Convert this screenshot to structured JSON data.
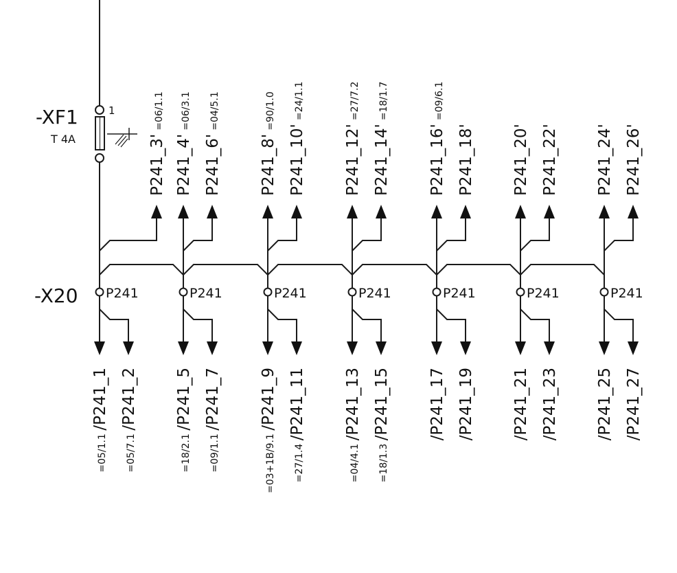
{
  "fuse": {
    "tag": "-XF1",
    "pin": "1",
    "rating": "T 4A"
  },
  "terminal": {
    "tag": "-X20",
    "terminal_label": "P241"
  },
  "colors": {
    "wire": "#1a1a1a",
    "background": "#ffffff"
  },
  "top_labels": [
    {
      "main": "P241_3'",
      "ref": "=06/1.1"
    },
    {
      "main": "P241_4'",
      "ref": "=06/3.1"
    },
    {
      "main": "P241_6'",
      "ref": "=04/5.1"
    },
    {
      "main": "P241_8'",
      "ref": "=90/1.0"
    },
    {
      "main": "P241_10'",
      "ref": "=24/1.1"
    },
    {
      "main": "P241_12'",
      "ref": "=27/7.2"
    },
    {
      "main": "P241_14'",
      "ref": "=18/1.7"
    },
    {
      "main": "P241_16'",
      "ref": "=09/6.1"
    },
    {
      "main": "P241_18'",
      "ref": ""
    },
    {
      "main": "P241_20'",
      "ref": ""
    },
    {
      "main": "P241_22'",
      "ref": ""
    },
    {
      "main": "P241_24'",
      "ref": ""
    },
    {
      "main": "P241_26'",
      "ref": ""
    }
  ],
  "bottom_labels": [
    {
      "ref": "=05/1.1",
      "main": "/P241_1"
    },
    {
      "ref": "=05/7.1",
      "main": "/P241_2"
    },
    {
      "ref": "=18/2.1",
      "main": "/P241_5"
    },
    {
      "ref": "=09/1.1",
      "main": "/P241_7"
    },
    {
      "ref": "=03+1B/9.1",
      "main": "/P241_9"
    },
    {
      "ref": "=27/1.4",
      "main": "/P241_11"
    },
    {
      "ref": "=04/4.1",
      "main": "/P241_13"
    },
    {
      "ref": "=18/1.3",
      "main": "/P241_15"
    },
    {
      "ref": "",
      "main": "/P241_17"
    },
    {
      "ref": "",
      "main": "/P241_19"
    },
    {
      "ref": "",
      "main": "/P241_21"
    },
    {
      "ref": "",
      "main": "/P241_23"
    },
    {
      "ref": "",
      "main": "/P241_25"
    },
    {
      "ref": "",
      "main": "/P241_27"
    }
  ]
}
